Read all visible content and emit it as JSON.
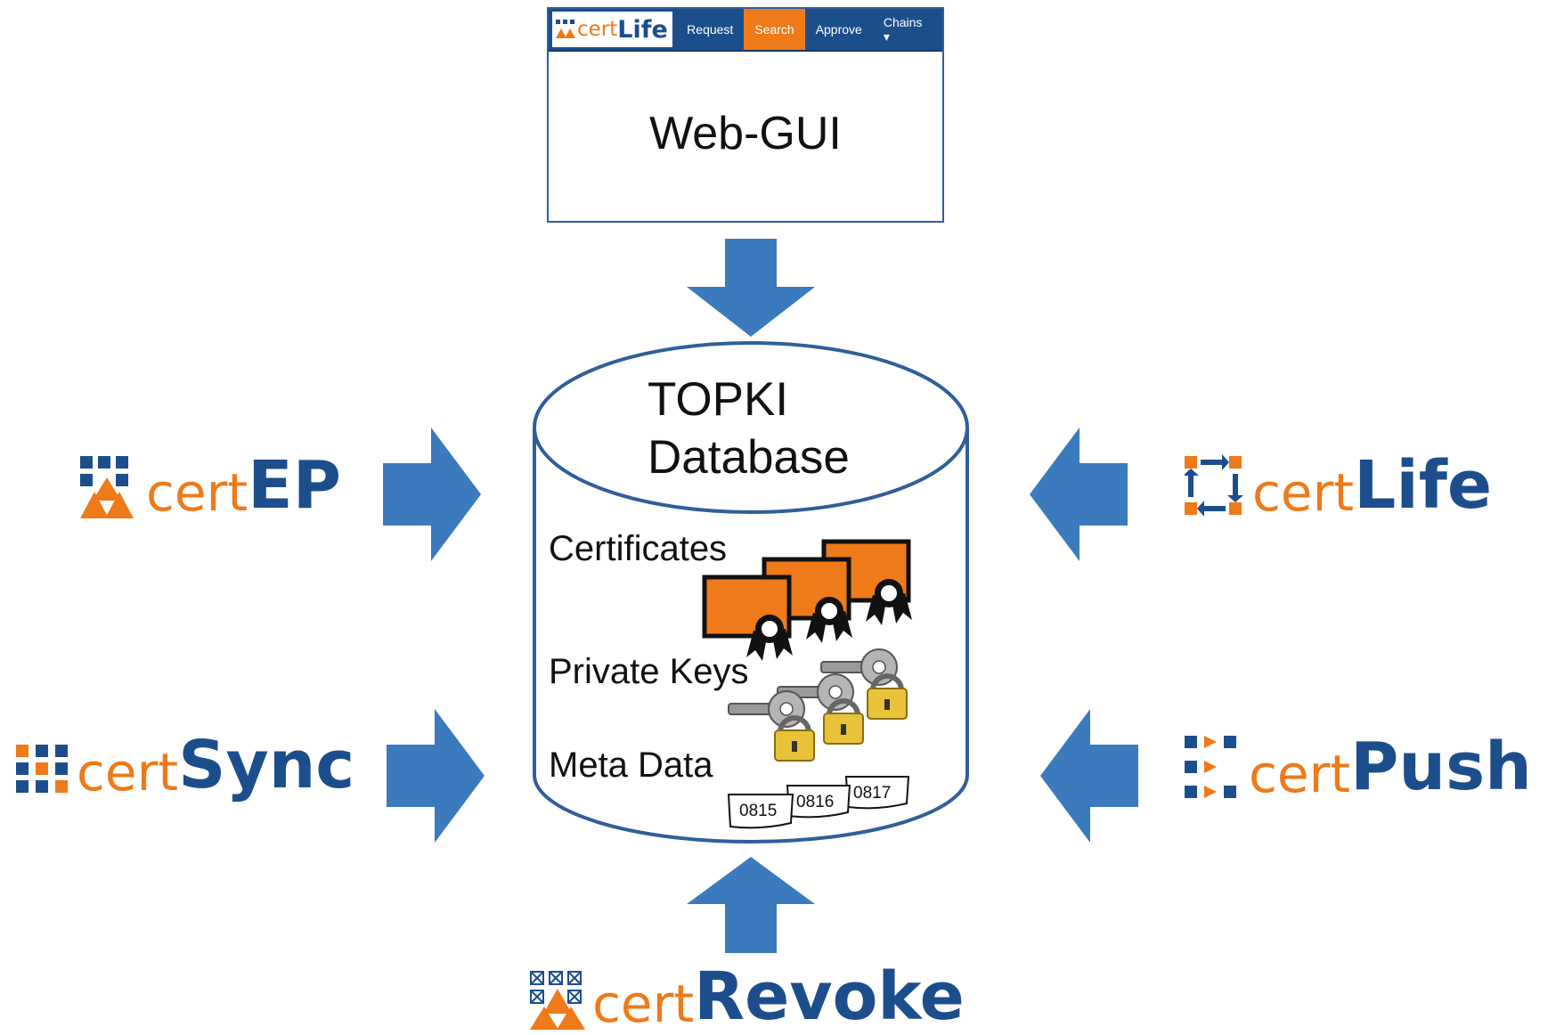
{
  "web_gui": {
    "nav": {
      "logo_prefix": "cert",
      "logo_name": "Life",
      "items": [
        "Request",
        "Search",
        "Approve",
        "Chains ▾"
      ],
      "active_item": "Search"
    },
    "title": "Web-GUI"
  },
  "database": {
    "title_line1": "TOPKI",
    "title_line2": "Database",
    "sections": {
      "certificates": "Certificates",
      "private_keys": "Private Keys",
      "meta_data": "Meta Data"
    },
    "meta_tags": [
      "0815",
      "0816",
      "0817"
    ]
  },
  "products": {
    "certEP": {
      "prefix": "cert",
      "name": "EP"
    },
    "certSync": {
      "prefix": "cert",
      "name": "Sync"
    },
    "certLife": {
      "prefix": "cert",
      "name": "Life"
    },
    "certPush": {
      "prefix": "cert",
      "name": "Push"
    },
    "certRevoke": {
      "prefix": "cert",
      "name": "Revoke"
    }
  },
  "colors": {
    "brand_blue": "#1d4e8c",
    "brand_orange": "#ee7a1a",
    "arrow_blue": "#3a7abd",
    "db_outline": "#2f5f9a"
  }
}
